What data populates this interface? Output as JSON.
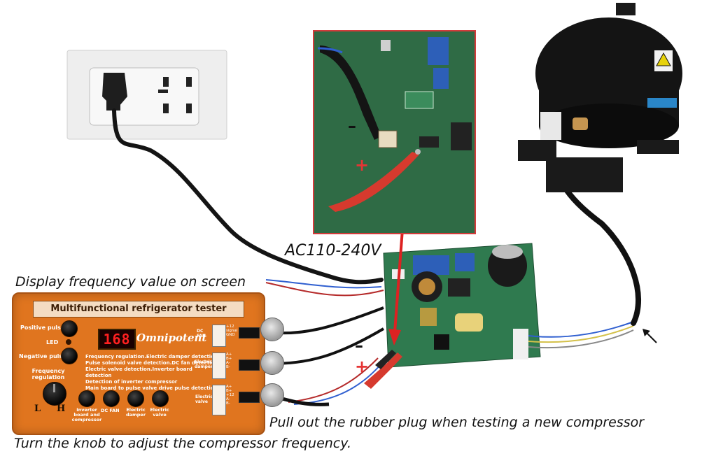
{
  "captions": {
    "display": "Display frequency value on screen",
    "voltage": "AC110-240V",
    "plug": "Pull out the rubber plug when testing a new compressor",
    "knob": "Turn the knob to adjust the compressor frequency."
  },
  "tester": {
    "title": "Multifunctional refrigerator tester",
    "display_value": "168",
    "brand": "Omnipotent",
    "left_labels": {
      "positive_pulse": "Positive pulse",
      "led": "LED",
      "negative_pulse": "Negative pulse",
      "frequency_regulation": "Frequency regulation"
    },
    "knob_marks": {
      "low": "L",
      "high": "H"
    },
    "features": [
      "Frequency regulation.Electric damper detection",
      "Pulse solenoid valve detection.DC fan detection",
      "Electric valve detection.Inverter board detection",
      "Detection of inverter compressor",
      "Main board to pulse valve drive pulse detection"
    ],
    "bottom_buttons": [
      "Inverter board and compressor",
      "DC FAN",
      "Electric damper",
      "Electric valve"
    ],
    "connectors": {
      "dc_fan": {
        "label": "DC FAN",
        "pins": [
          "+12",
          "signal",
          "GND"
        ]
      },
      "damper": {
        "label": "Electric damper",
        "pins": [
          "A+",
          "B+",
          "A-",
          "B-"
        ]
      },
      "valve": {
        "label": "Electric valve",
        "pins": [
          "A+",
          "B+",
          "+12",
          "A-",
          "B-"
        ]
      }
    }
  },
  "polarity": {
    "minus": "–",
    "plus": "+"
  },
  "colors": {
    "tester_body": "#e0751f",
    "display_digits": "#ff2020",
    "pcb": "#2f6b45",
    "inset_border": "#d33b3b",
    "positive_clip": "#e63535",
    "compressor": "#141414"
  }
}
